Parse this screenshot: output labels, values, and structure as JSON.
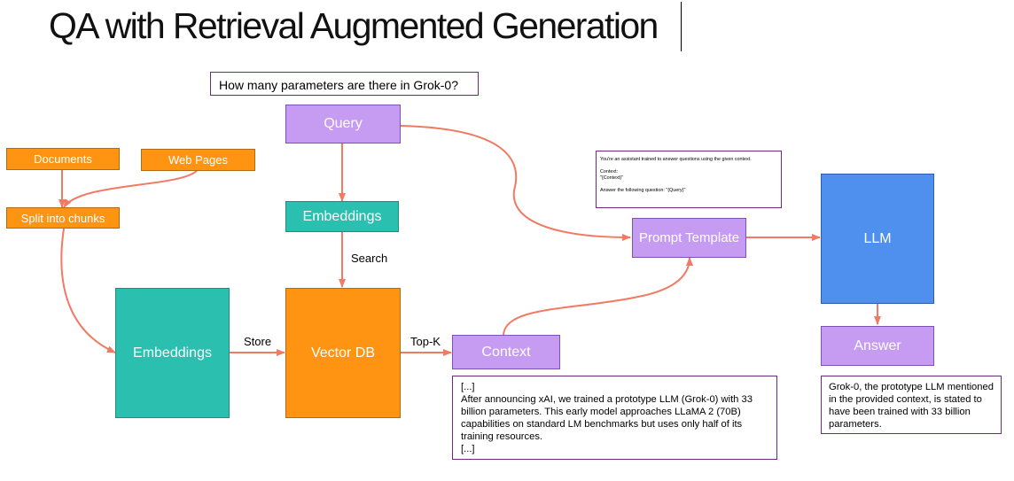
{
  "title": "QA with Retrieval Augmented Generation",
  "question": "How many parameters are there in Grok-0?",
  "nodes": {
    "query": "Query",
    "documents": "Documents",
    "web_pages": "Web Pages",
    "split_chunks": "Split into chunks",
    "embeddings_query": "Embeddings",
    "embeddings_docs": "Embeddings",
    "vector_db": "Vector DB",
    "context": "Context",
    "prompt_template": "Prompt Template",
    "llm": "LLM",
    "answer": "Answer"
  },
  "edge_labels": {
    "search": "Search",
    "store": "Store",
    "top_k": "Top-K"
  },
  "prompt_box": {
    "line1": "You're an assistant trained to answer questions using the given context.",
    "line2": "Context:",
    "line3": "\"{Context}\"",
    "line4": "Answer the following question: \"{Query}\""
  },
  "context_text": {
    "open": "[...]",
    "body": "After announcing xAI, we trained a prototype LLM (Grok-0) with 33 billion parameters. This early model approaches LLaMA 2 (70B) capabilities on standard LM benchmarks but uses only half of its training resources.",
    "close": "[...]"
  },
  "answer_text": "Grok-0, the prototype LLM mentioned in the provided context, is stated to have been trained with 33 billion parameters.",
  "colors": {
    "orange": "#ff9412",
    "teal": "#2bbfb0",
    "purple": "#c69cf2",
    "blue": "#4f90ee",
    "arrow": "#f07a63",
    "box_border": "#6a2a7a"
  }
}
